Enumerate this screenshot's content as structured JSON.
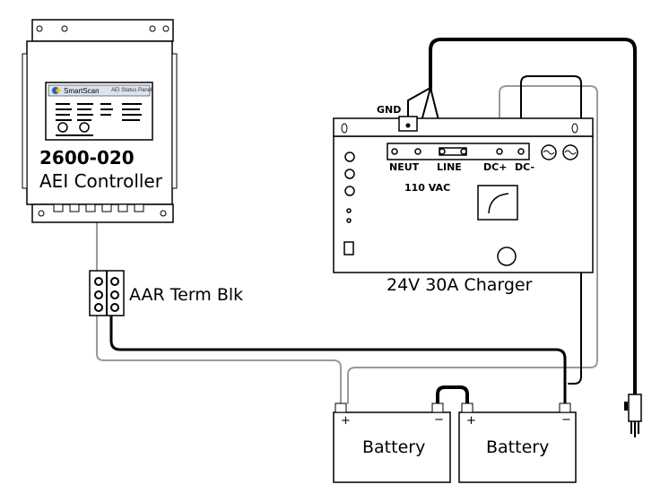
{
  "controller": {
    "model_number": "2600-020",
    "name": "AEI Controller",
    "panel_brand": "SmartScan",
    "panel_title": "AEI Status Panel"
  },
  "terminal_block": {
    "label": "AAR Term Blk"
  },
  "charger": {
    "label": "24V 30A Charger",
    "gnd_label": "GND",
    "terminals": [
      "NEUT",
      "LINE",
      "DC+",
      "DC-"
    ],
    "voltage_label": "110 VAC"
  },
  "batteries": [
    {
      "label": "Battery",
      "pos": "+",
      "neg": "−"
    },
    {
      "label": "Battery",
      "pos": "+",
      "neg": "−"
    }
  ],
  "colors": {
    "wire_black": "#000000",
    "wire_gray": "#9a9a9a",
    "outline": "#000000"
  }
}
